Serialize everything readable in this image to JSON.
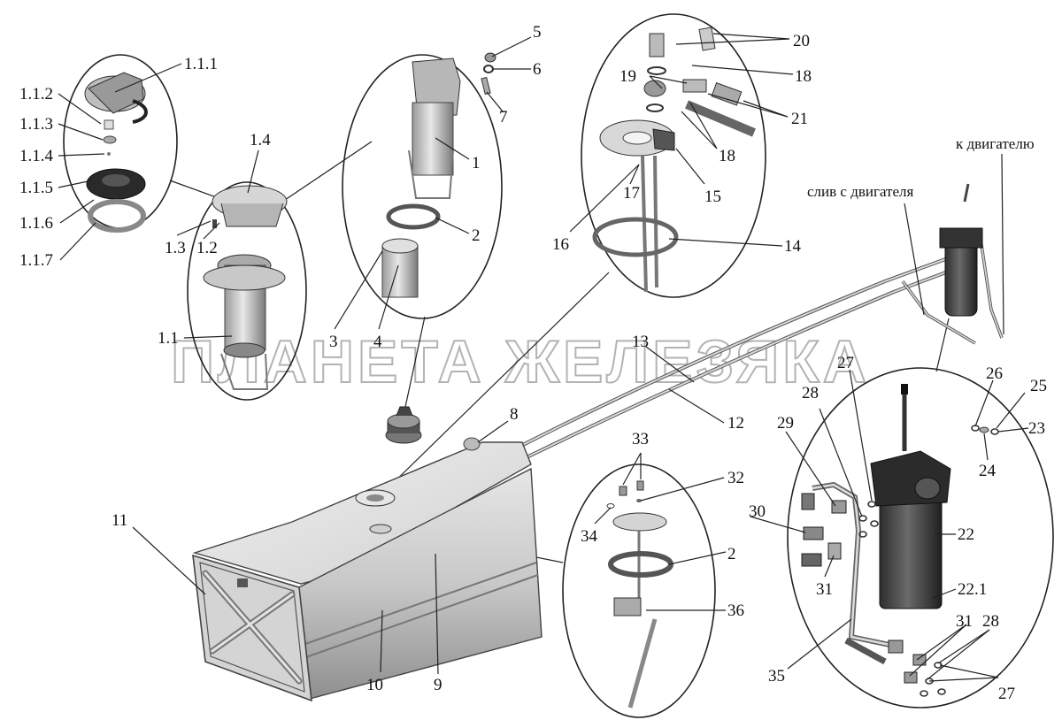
{
  "watermark": "ПЛАНЕТА ЖЕЛЕЗЯКА",
  "callouts": {
    "l_1_1_1": "1.1.1",
    "l_1_1_2": "1.1.2",
    "l_1_1_3": "1.1.3",
    "l_1_1_4": "1.1.4",
    "l_1_1_5": "1.1.5",
    "l_1_1_6": "1.1.6",
    "l_1_1_7": "1.1.7",
    "l_1_4": "1.4",
    "l_1_3": "1.3",
    "l_1_2": "1.2",
    "l_1_1": "1.1",
    "l_1": "1",
    "l_2a": "2",
    "l_3": "3",
    "l_4": "4",
    "l_5": "5",
    "l_6": "6",
    "l_7": "7",
    "l_8": "8",
    "l_9": "9",
    "l_10": "10",
    "l_11": "11",
    "l_12": "12",
    "l_13": "13",
    "l_14": "14",
    "l_15": "15",
    "l_16": "16",
    "l_17": "17",
    "l_18a": "18",
    "l_18b": "18",
    "l_19": "19",
    "l_20": "20",
    "l_21": "21",
    "l_22": "22",
    "l_22_1": "22.1",
    "l_23": "23",
    "l_24": "24",
    "l_25": "25",
    "l_26": "26",
    "l_27a": "27",
    "l_27b": "27",
    "l_28a": "28",
    "l_28b": "28",
    "l_29": "29",
    "l_30": "30",
    "l_31a": "31",
    "l_31b": "31",
    "l_32": "32",
    "l_33": "33",
    "l_34": "34",
    "l_35": "35",
    "l_36": "36",
    "l_2b": "2"
  },
  "annotations": {
    "to_engine": "к двигателю",
    "drain_from_engine": "слив с двигателя"
  }
}
